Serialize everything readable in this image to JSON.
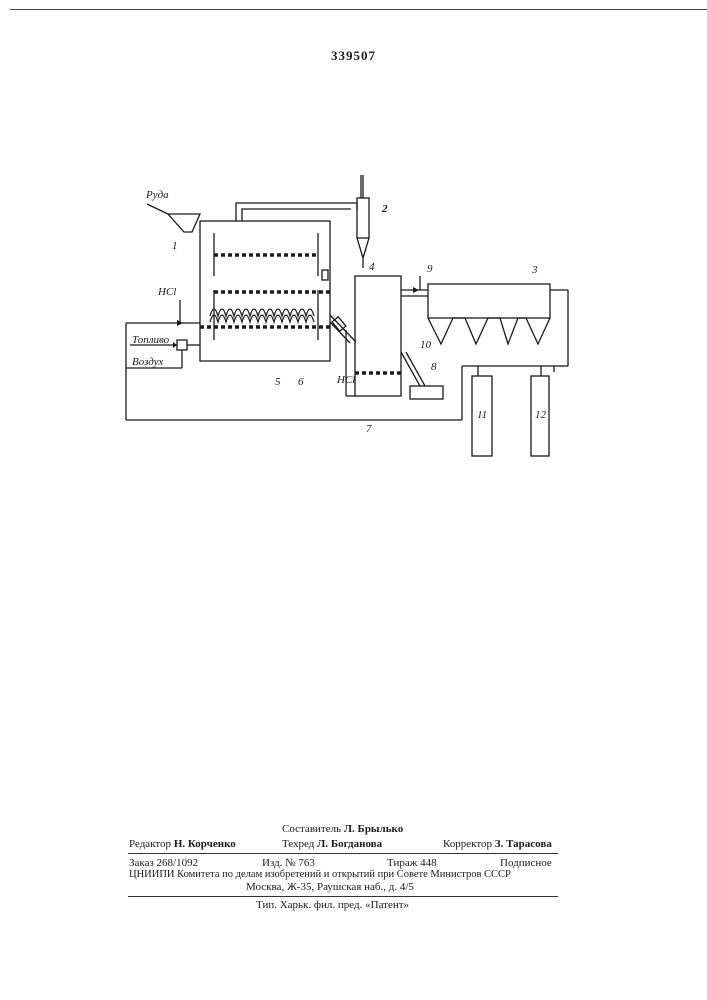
{
  "patent_number": "339507",
  "diagram": {
    "labels": {
      "ore": "Руда",
      "hcl_inlet": "НСl",
      "fuel": "Топливо",
      "air": "Воздух",
      "hcl_reactor": "НСl",
      "n1": "1",
      "n2": "2",
      "n3": "3",
      "n4": "4",
      "n5": "5",
      "n6": "6",
      "n7": "7",
      "n8": "8",
      "n9": "9",
      "n10": "10",
      "n11": "11",
      "n12": "12"
    }
  },
  "footer": {
    "compiler_label": "Составитель",
    "compiler_name": "Л. Брылько",
    "editor_label": "Редактор",
    "editor_name": "Н. Корченко",
    "techred_label": "Техред",
    "techred_name": "Л. Богданова",
    "corrector_label": "Корректор",
    "corrector_name": "З. Тарасова",
    "order": "Заказ 268/1092",
    "edition": "Изд. № 763",
    "circulation": "Тираж 448",
    "subscription": "Подписное",
    "org_line": "ЦНИИПИ Комитета по делам изобретений и открытий при Совете Министров СССР",
    "address": "Москва, Ж-35, Раушская наб., д. 4/5",
    "printer": "Тип. Харьк. фил. пред. «Патент»"
  }
}
